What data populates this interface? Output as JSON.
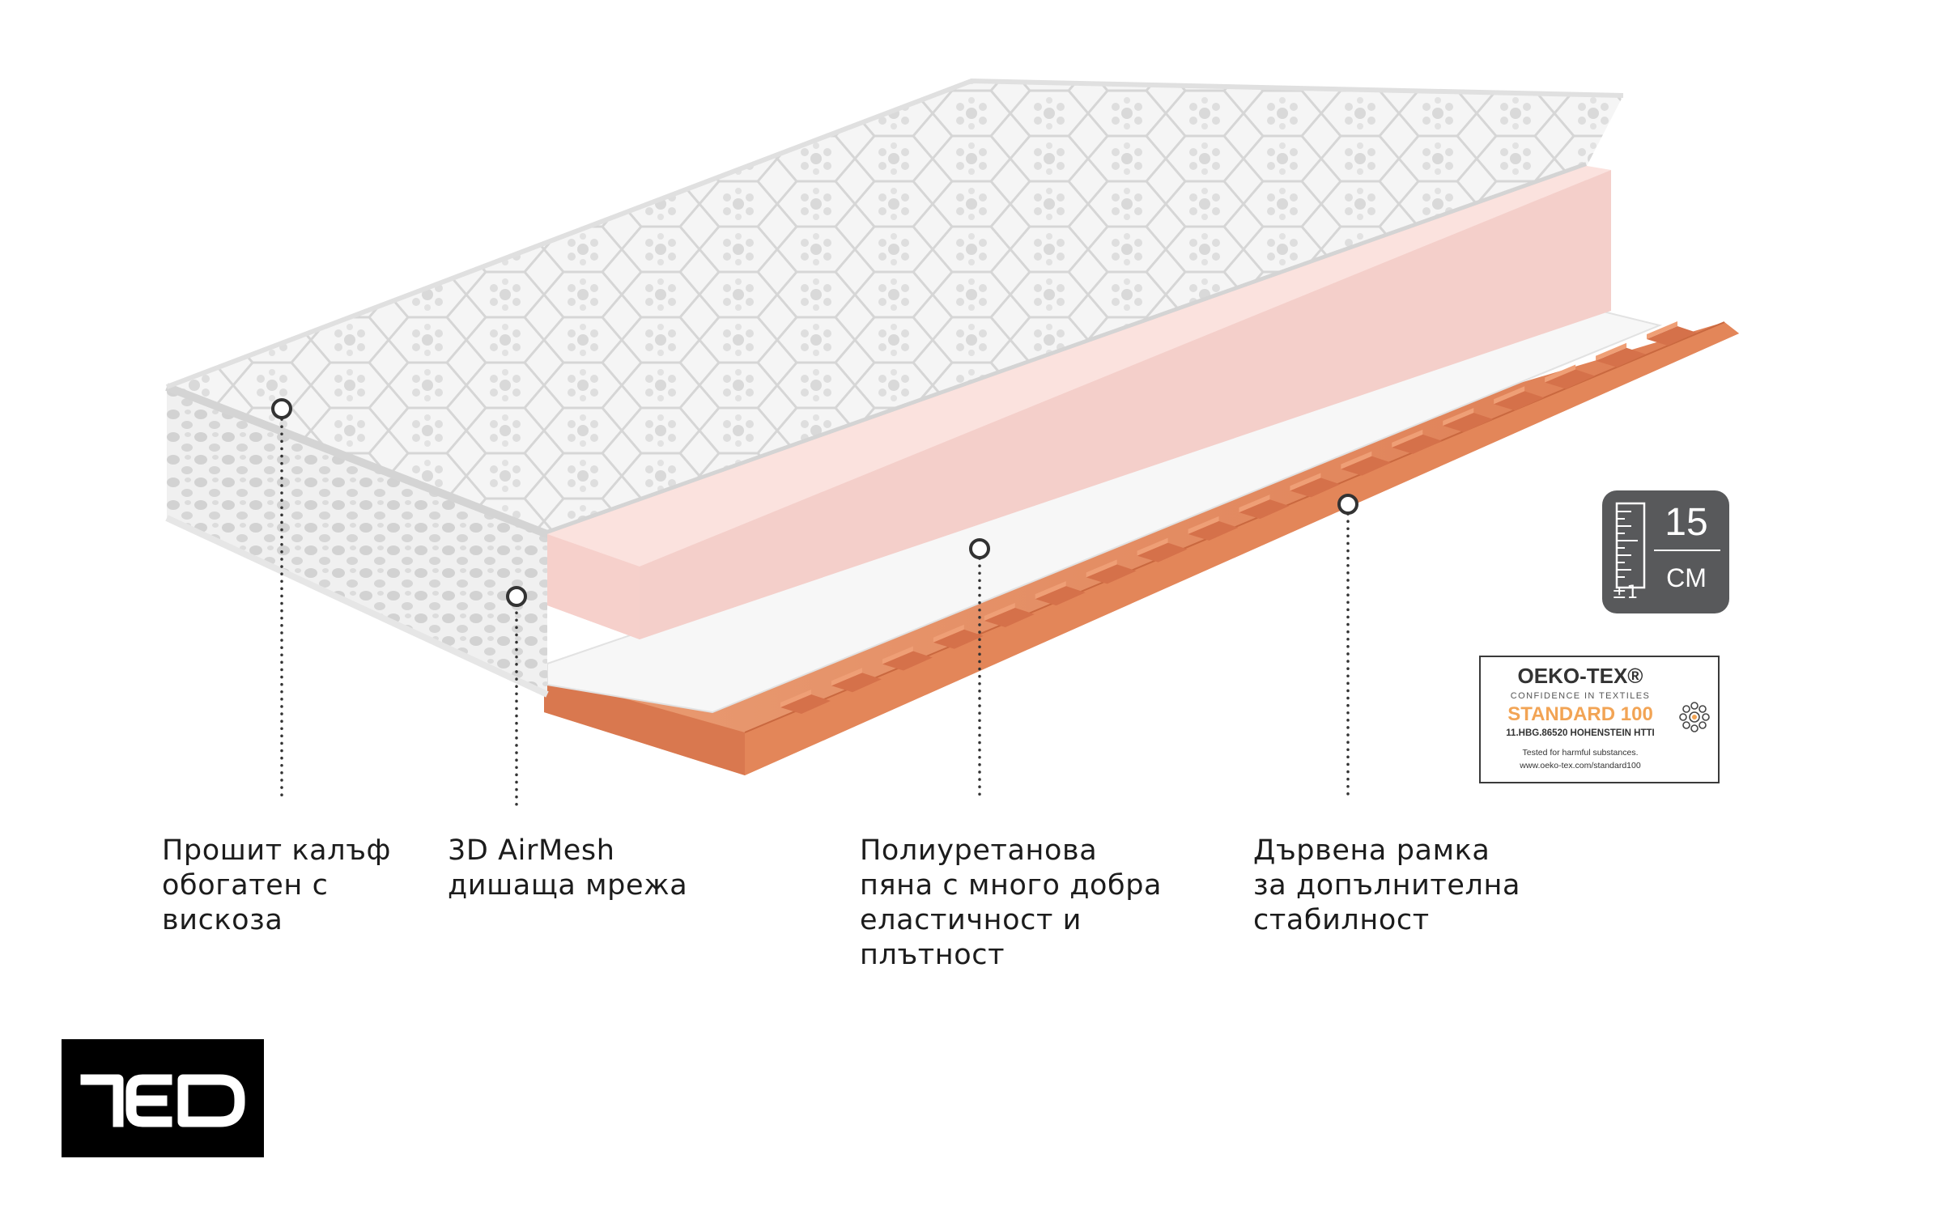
{
  "callouts": {
    "cover": {
      "lines": [
        "Прошит калъф",
        "обогатен с",
        "вискоза"
      ]
    },
    "mesh": {
      "lines": [
        "3D AirMesh",
        "дишаща мрежа"
      ]
    },
    "foam": {
      "lines": [
        "Полиуретанова",
        "пяна с много добра",
        "еластичност и",
        "плътност"
      ]
    },
    "frame": {
      "lines": [
        "Дървена рамка",
        "за допълнителна",
        "стабилност"
      ]
    }
  },
  "height_badge": {
    "value": "15",
    "unit": "CM",
    "tolerance": "±1",
    "color": "#58595b"
  },
  "oeko_tex": {
    "title": "OEKO-TEX®",
    "subtitle": "CONFIDENCE IN TEXTILES",
    "standard": "STANDARD 100",
    "code": "11.HBG.86520 HOHENSTEIN HTTI",
    "note": "Tested for harmful substances.",
    "url": "www.oeko-tex.com/standard100",
    "accent_color": "#f2a455"
  },
  "brand": {
    "logo_text": "TED",
    "background": "#000000",
    "foreground": "#ffffff"
  },
  "colors": {
    "foam": "#f6d3cf",
    "wood": "#e58a5e",
    "cover": "#f1f1f1",
    "leader_dots": "#333333"
  }
}
